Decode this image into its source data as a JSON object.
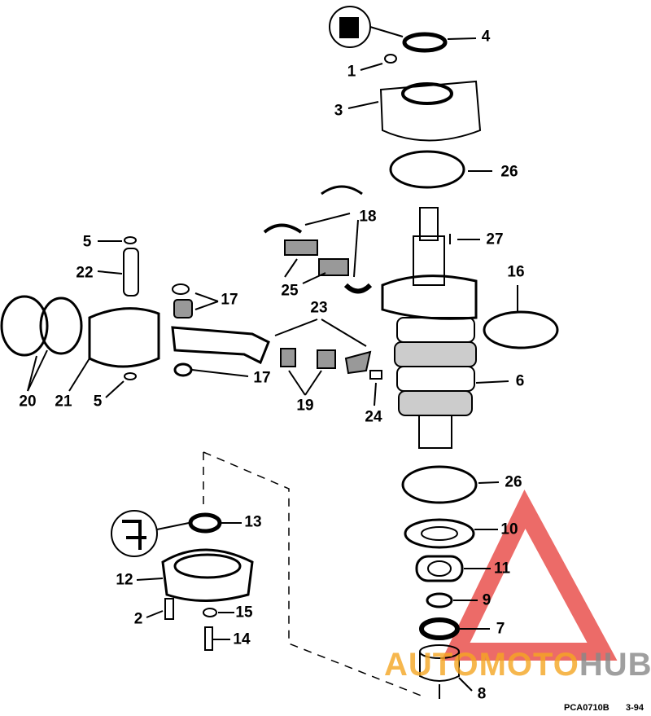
{
  "labels": [
    {
      "id": "4",
      "t": "4"
    },
    {
      "id": "1",
      "t": "1"
    },
    {
      "id": "3",
      "t": "3"
    },
    {
      "id": "26a",
      "t": "26"
    },
    {
      "id": "18",
      "t": "18"
    },
    {
      "id": "27",
      "t": "27"
    },
    {
      "id": "5a",
      "t": "5"
    },
    {
      "id": "22",
      "t": "22"
    },
    {
      "id": "25",
      "t": "25"
    },
    {
      "id": "16",
      "t": "16"
    },
    {
      "id": "17a",
      "t": "17"
    },
    {
      "id": "23",
      "t": "23"
    },
    {
      "id": "20",
      "t": "20"
    },
    {
      "id": "21",
      "t": "21"
    },
    {
      "id": "5b",
      "t": "5"
    },
    {
      "id": "17b",
      "t": "17"
    },
    {
      "id": "19",
      "t": "19"
    },
    {
      "id": "24",
      "t": "24"
    },
    {
      "id": "6",
      "t": "6"
    },
    {
      "id": "26b",
      "t": "26"
    },
    {
      "id": "13",
      "t": "13"
    },
    {
      "id": "10",
      "t": "10"
    },
    {
      "id": "12",
      "t": "12"
    },
    {
      "id": "11",
      "t": "11"
    },
    {
      "id": "9",
      "t": "9"
    },
    {
      "id": "2",
      "t": "2"
    },
    {
      "id": "15",
      "t": "15"
    },
    {
      "id": "7",
      "t": "7"
    },
    {
      "id": "14",
      "t": "14"
    },
    {
      "id": "8",
      "t": "8"
    }
  ],
  "footer": {
    "code": "PCA0710B",
    "date": "3-94"
  },
  "watermark": {
    "part1": "AUTOMOTO",
    "part2": "HUB",
    "color1": "#f5a623",
    "color2": "#888888",
    "triangle": "#e53935"
  }
}
